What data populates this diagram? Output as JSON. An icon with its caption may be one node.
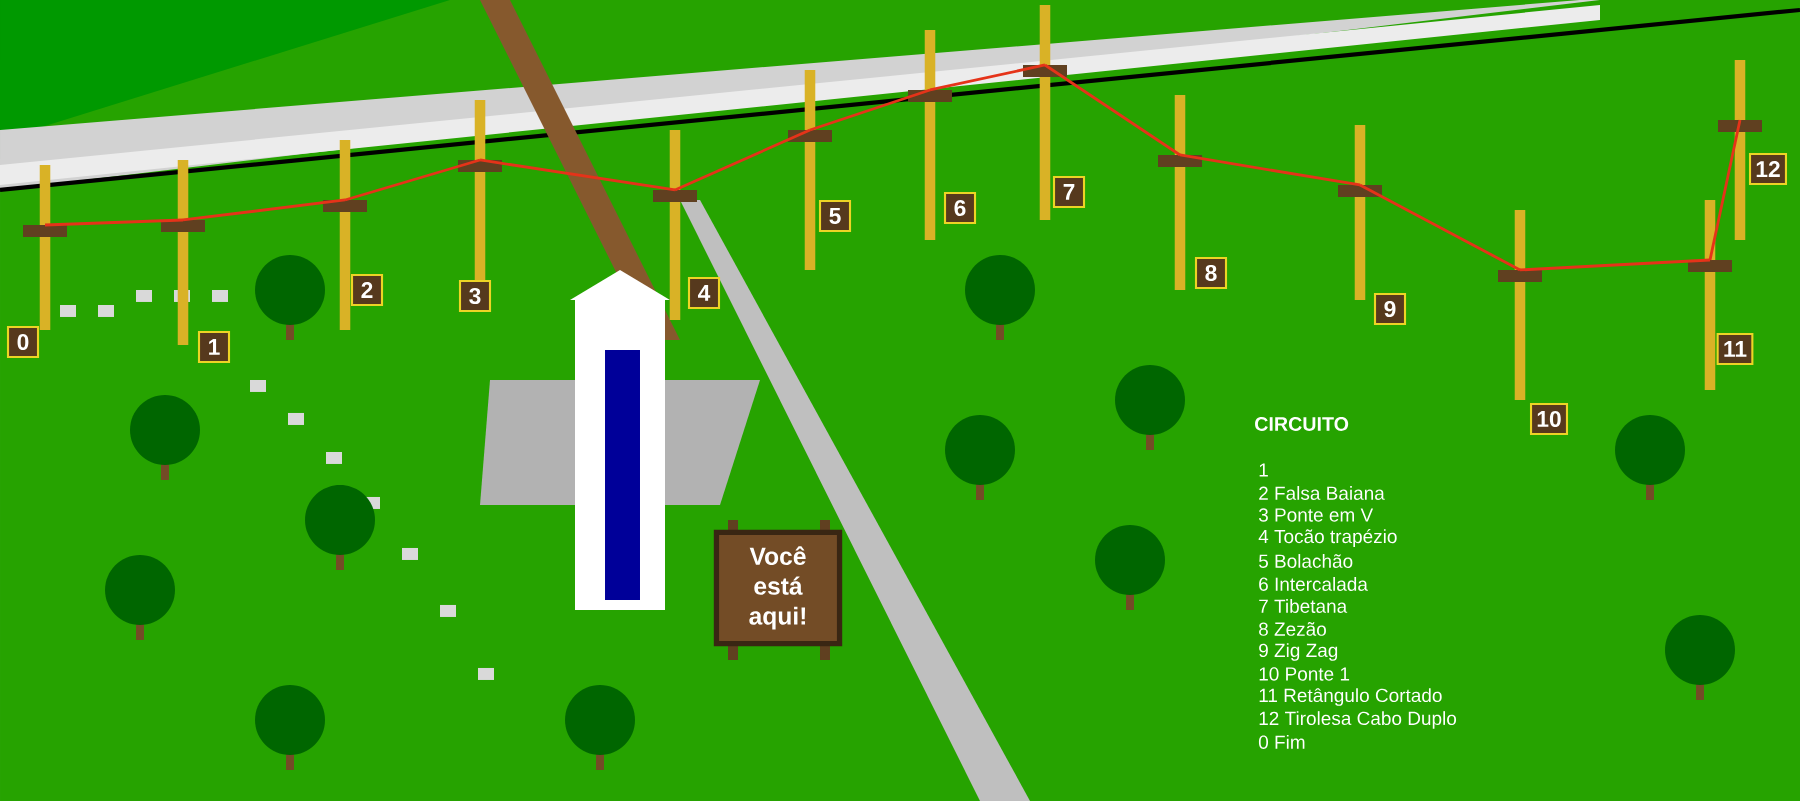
{
  "diagram": {
    "nodes": [
      {
        "text": [
          "Você está aqui!"
        ]
      }
    ],
    "edges": [],
    "labels": [
      "0",
      "1",
      "2",
      "3",
      "4",
      "5",
      "6",
      "7",
      "8",
      "9",
      "10",
      "11",
      "12",
      "CIRCUITO",
      "1",
      "2 Falsa Baiana",
      "3 Ponte em V",
      "4 Tocão trapézio",
      "5 Bolachão",
      "6 Intercalada",
      "7 Tibetana",
      "8 Zezão",
      "9 Zig Zag",
      "10 Ponte 1",
      "11 Retângulo Cortado",
      "12 Tirolesa Cabo Duplo",
      "0 Fim"
    ]
  }
}
